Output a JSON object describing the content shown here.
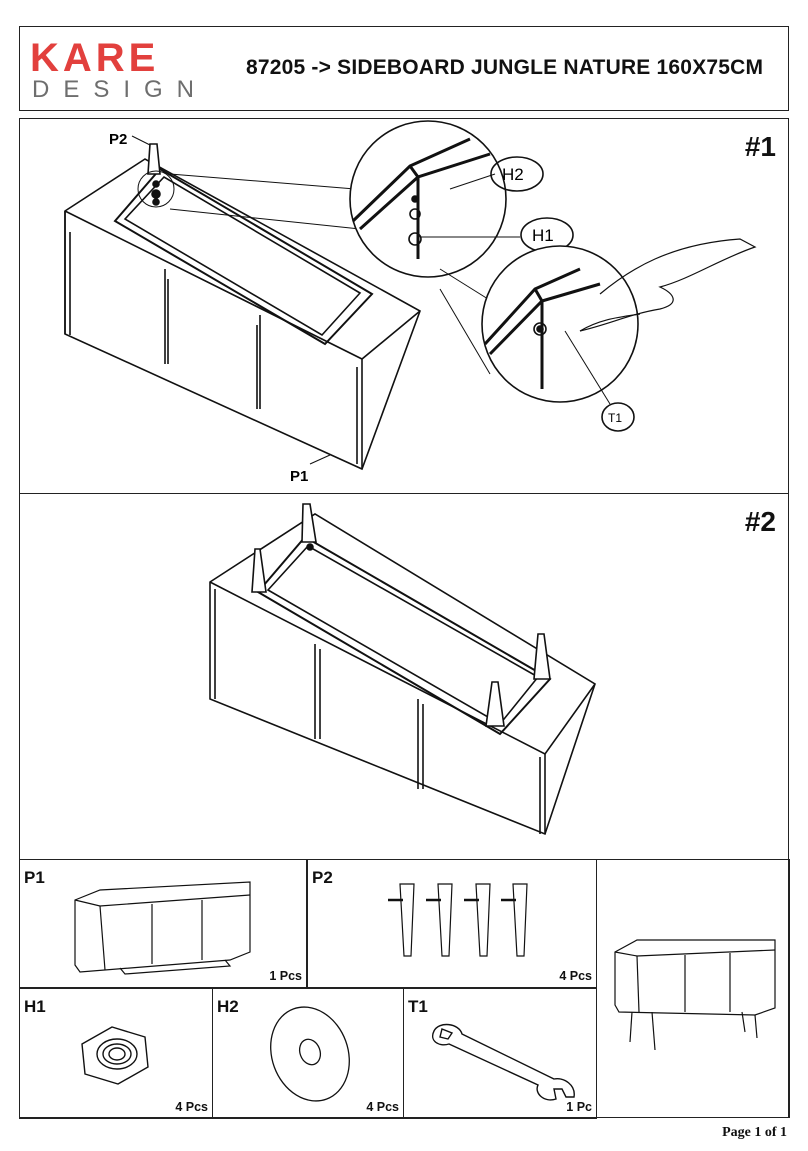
{
  "header": {
    "logo_top": "KARE",
    "logo_bottom": "DESIGN",
    "title": "87205 -> SIDEBOARD JUNGLE NATURE 160X75CM"
  },
  "step1": {
    "number": "#1",
    "labels": {
      "p2": "P2",
      "p1": "P1",
      "h2": "H2",
      "h1": "H1",
      "t1": "T1"
    }
  },
  "step2": {
    "number": "#2"
  },
  "parts": [
    {
      "code": "P1",
      "qty": "1 Pcs"
    },
    {
      "code": "P2",
      "qty": "4 Pcs"
    },
    {
      "code": "H1",
      "qty": "4 Pcs"
    },
    {
      "code": "H2",
      "qty": "4 Pcs"
    },
    {
      "code": "T1",
      "qty": "1 Pc"
    }
  ],
  "colors": {
    "brand_red": "#e2403d",
    "brand_gray": "#6e6e6e",
    "line": "#111111"
  },
  "footer": {
    "page": "Page 1 of 1"
  }
}
